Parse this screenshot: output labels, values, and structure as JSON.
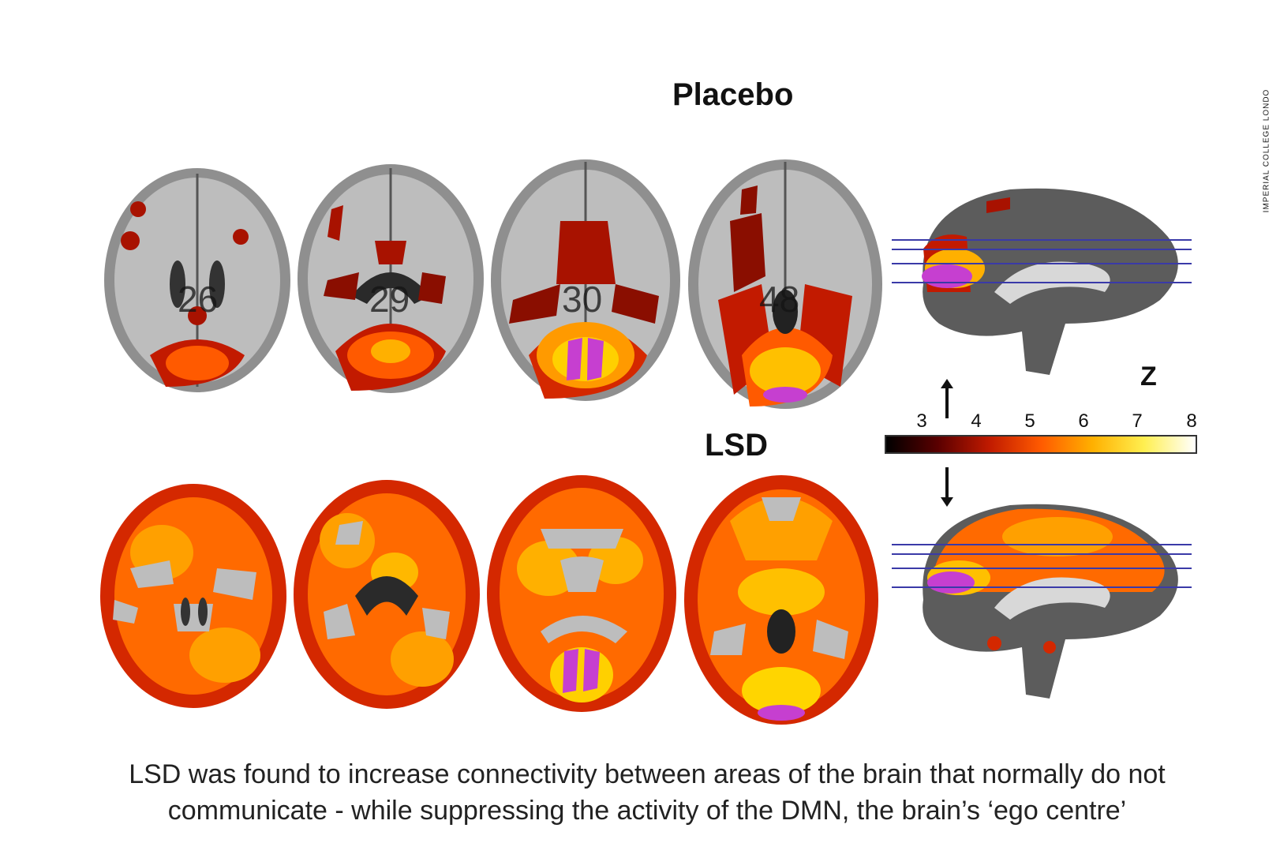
{
  "figure": {
    "placebo_title": "Placebo",
    "lsd_title": "LSD",
    "credit": "IMPERIAL COLLEGE LONDO",
    "z_label": "Z",
    "slice_labels": [
      "26",
      "29",
      "30",
      "48"
    ],
    "colorbar": {
      "ticks": [
        "3",
        "4",
        "5",
        "6",
        "7",
        "8"
      ],
      "colors": [
        "#000000",
        "#5a0000",
        "#c01a00",
        "#ff5a00",
        "#ffb000",
        "#ffef50",
        "#ffffff"
      ]
    },
    "colors": {
      "dmn_overlay": "#c63fd0",
      "slice_lines": "#3a3aa8",
      "brain_gray": "#8f8f8f"
    },
    "caption": {
      "line1": "LSD was found to increase connectivity between areas of the brain that normally do not",
      "line2": "communicate - while suppressing the activity of the DMN, the brain’s ‘ego centre’"
    }
  }
}
